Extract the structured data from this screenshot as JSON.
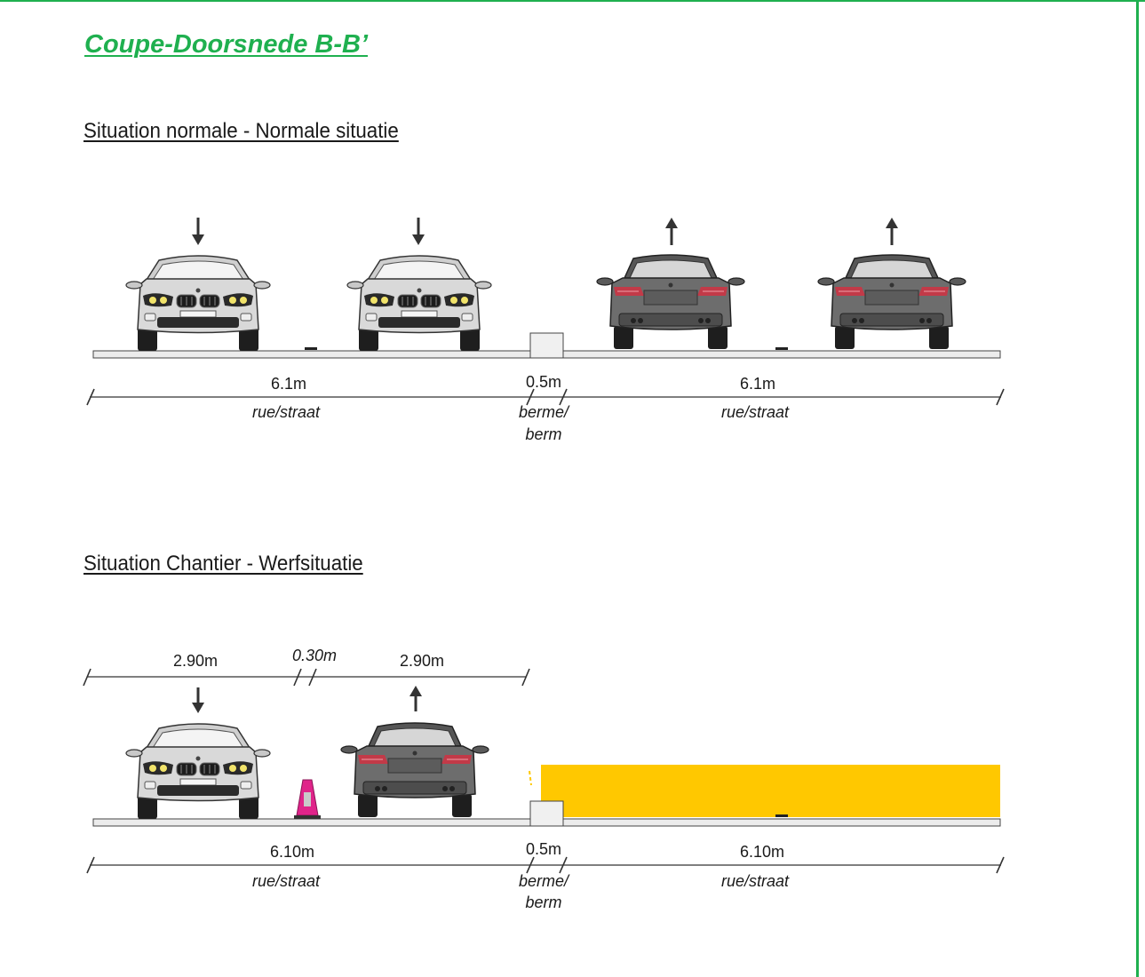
{
  "title": "Coupe-Doorsnede B-B’",
  "colors": {
    "title_green": "#1fb04f",
    "frame_green": "#1fb04f",
    "worksite_yellow": "#ffc800",
    "cone_magenta": "#e0248a",
    "car_front_body": "#d9d9d9",
    "car_rear_body": "#6d6d6d"
  },
  "normal": {
    "title": "Situation normale - Normale situatie",
    "lane_arrows": [
      "down-arrow-icon",
      "down-arrow-icon",
      "up-arrow-icon",
      "up-arrow-icon"
    ],
    "dimensions": {
      "left_width": "6.1m",
      "left_label": "rue/straat",
      "berm_width": "0.5m",
      "berm_label_1": "berme/",
      "berm_label_2": "berm",
      "right_width": "6.1m",
      "right_label": "rue/straat"
    }
  },
  "worksite": {
    "title": "Situation Chantier - Werfsituatie",
    "top_dimensions": {
      "lane1_width": "2.90m",
      "separator_width": "0.30m",
      "lane2_width": "2.90m"
    },
    "dimensions": {
      "left_width": "6.10m",
      "left_label": "rue/straat",
      "berm_width": "0.5m",
      "berm_label_1": "berme/",
      "berm_label_2": "berm",
      "right_width": "6.10m",
      "right_label": "rue/straat"
    }
  }
}
